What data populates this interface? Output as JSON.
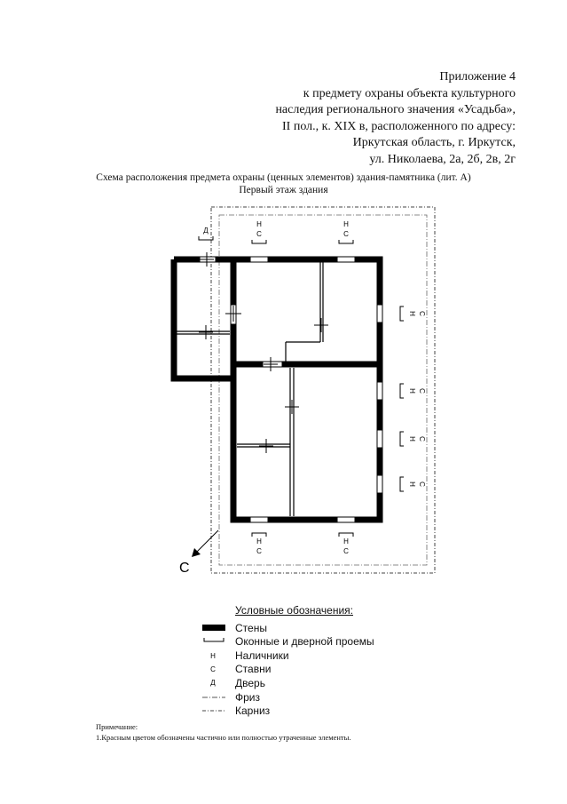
{
  "header": {
    "lines": [
      "Приложение 4",
      "к предмету охраны объекта культурного",
      "наследия регионального значения «Усадьба»,",
      "II пол., к. XIX в, расположенного по адресу:",
      "Иркутская область, г. Иркутск,",
      "ул. Николаева, 2а, 2б, 2в, 2г"
    ]
  },
  "caption": {
    "title": "Схема расположения предмета охраны (ценных элементов) здания-памятника (лит. А)",
    "subtitle": "Первый этаж здания"
  },
  "plan": {
    "marks": {
      "nalichnik": "Н",
      "stavni": "С",
      "dver": "Д"
    },
    "compass": "С"
  },
  "legend": {
    "title": "Условные обозначения:",
    "items": [
      {
        "symbol": "wall",
        "label": "Стены"
      },
      {
        "symbol": "opening",
        "label": "Оконные и дверной проемы"
      },
      {
        "symbol": "Н",
        "label": "Наличники"
      },
      {
        "symbol": "С",
        "label": "Ставни"
      },
      {
        "symbol": "Д",
        "label": "Дверь"
      },
      {
        "symbol": "frieze",
        "label": "Фриз"
      },
      {
        "symbol": "cornice",
        "label": "Карниз"
      }
    ]
  },
  "note": {
    "title": "Примечание:",
    "text": "1.Красным цветом обозначены частично или полностью утраченные элементы."
  }
}
